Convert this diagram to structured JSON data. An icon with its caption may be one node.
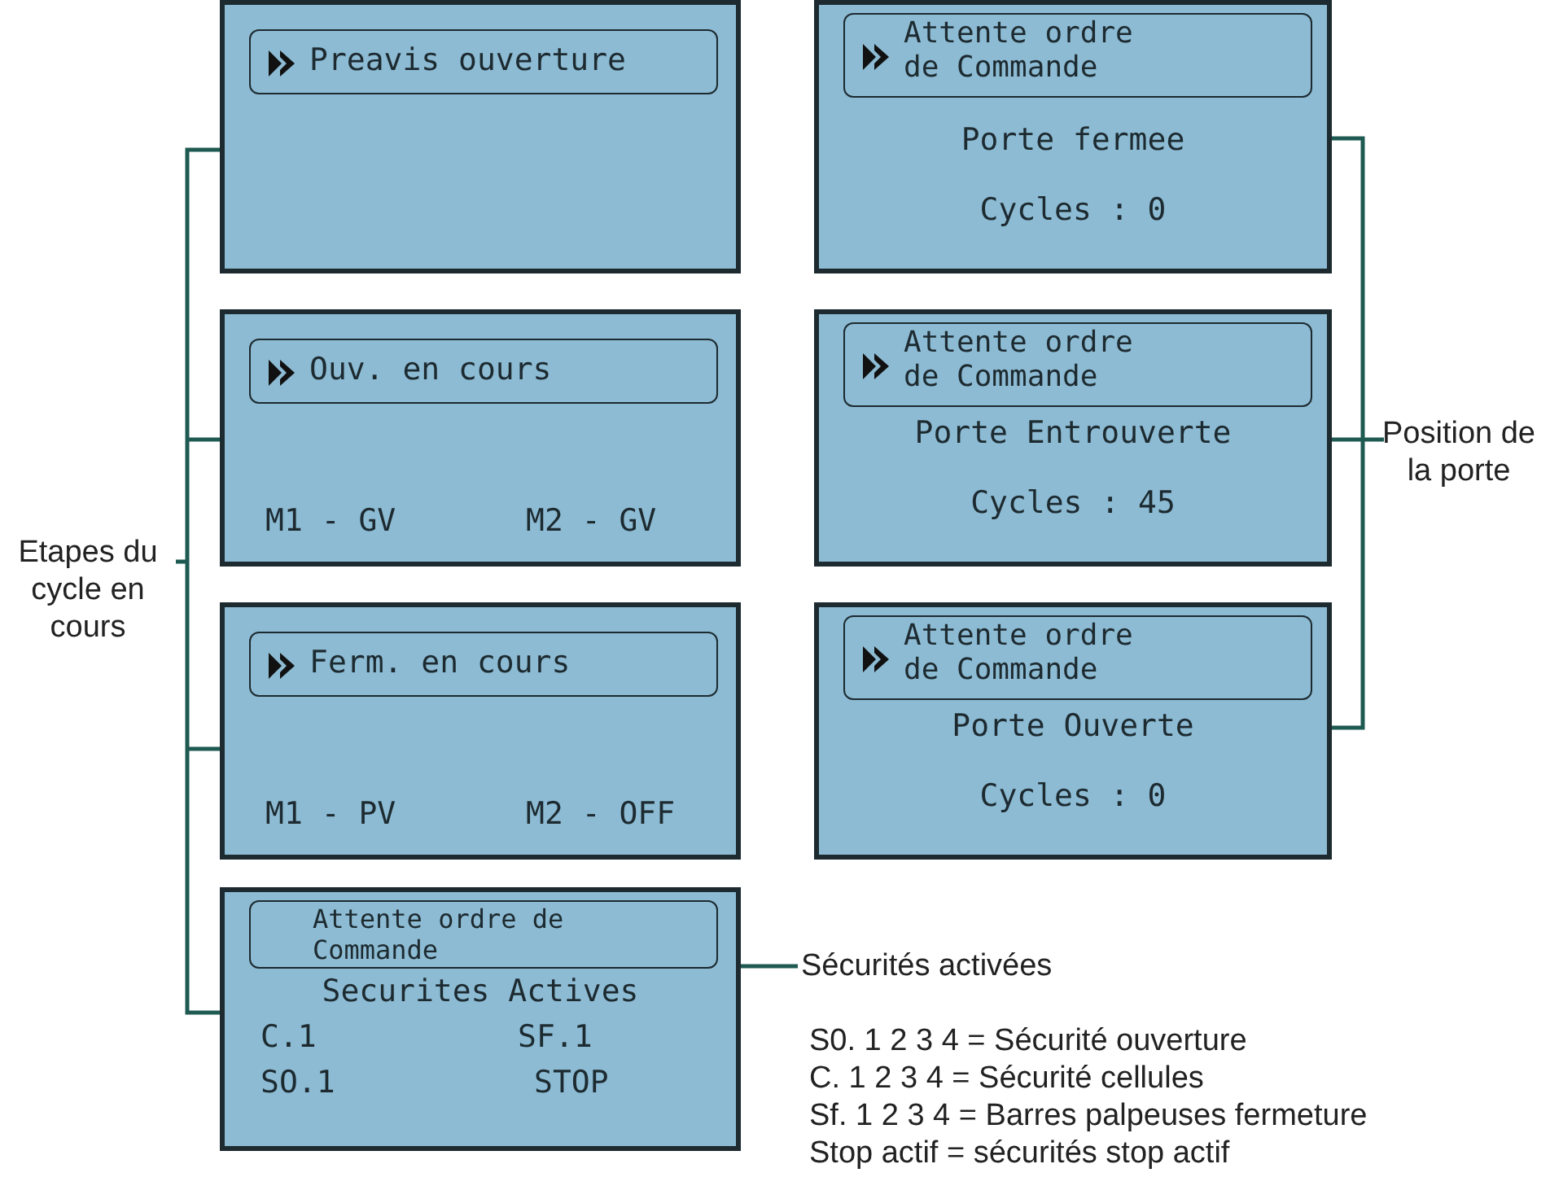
{
  "diagram": {
    "nodes": [
      {
        "text": [],
        "shape": "box"
      },
      {
        "text": [
          "Preavis ouverture"
        ],
        "in": 0
      },
      {
        "text": [
          "M1 - GV",
          "M2 - GV"
        ]
      },
      {
        "text": [
          "Ouv. en cours"
        ],
        "in": 2
      },
      {
        "text": [
          "M1 - PV",
          "M2 - OFF"
        ]
      },
      {
        "text": [
          "Ferm. en cours"
        ],
        "in": 4
      },
      {
        "text": [
          "Securites Actives",
          "C.1",
          "SF.1",
          "SO.1",
          "STOP"
        ]
      },
      {
        "text": [
          "Attente ordre de Commande"
        ],
        "in": 6
      },
      {
        "text": [
          "Porte fermee",
          "Cycles : 0"
        ]
      },
      {
        "text": [
          "Attente ordre de Commande"
        ],
        "in": 8
      },
      {
        "text": [
          "Porte Entrouverte",
          "Cycles : 45"
        ]
      },
      {
        "text": [
          "Attente ordre de Commande"
        ],
        "in": 10
      },
      {
        "text": [
          "Porte Ouverte",
          "Cycles : 0"
        ]
      },
      {
        "text": [
          "Attente ordre de Commande"
        ],
        "in": 12
      },
      {
        "text": [
          "Sécurités activées"
        ]
      }
    ],
    "edges": [
      {
        "from": 14,
        "to": 6,
        "arrow": "none"
      }
    ],
    "labels": [
      "Etapes du cycle en cours",
      "Position de la porte",
      "S0. 1 2 3 4 = Sécurité ouverture",
      "C. 1 2 3 4 = Sécurité cellules",
      "Sf. 1 2 3 4 = Barres palpeuses fermeture",
      "Stop actif = sécurités stop actif"
    ]
  }
}
